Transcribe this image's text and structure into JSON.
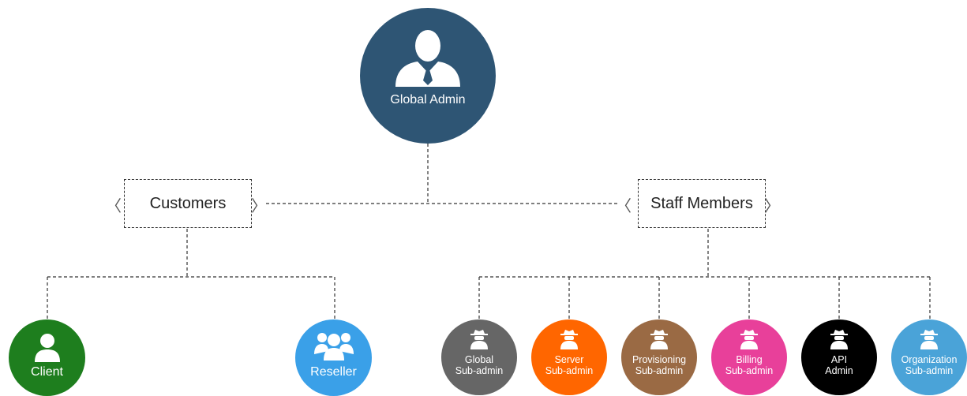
{
  "root": {
    "label": "Global Admin",
    "icon": "admin-user-icon",
    "color": "#2e5574"
  },
  "groups": {
    "customers": {
      "label": "Customers",
      "left_chevron": "〈",
      "right_chevron": "〉"
    },
    "staff": {
      "label": "Staff Members",
      "left_chevron": "〈",
      "right_chevron": "〉"
    }
  },
  "customers": [
    {
      "label": "Client",
      "icon": "user-icon",
      "color": "#1e7e1e"
    },
    {
      "label": "Reseller",
      "icon": "group-icon",
      "color": "#3aa0e8"
    }
  ],
  "staff": [
    {
      "label_lines": [
        "Global",
        "Sub-admin"
      ],
      "icon": "spy-icon",
      "color": "#666666"
    },
    {
      "label_lines": [
        "Server",
        "Sub-admin"
      ],
      "icon": "spy-icon",
      "color": "#ff6600"
    },
    {
      "label_lines": [
        "Provisioning",
        "Sub-admin"
      ],
      "icon": "spy-icon",
      "color": "#9a6a44"
    },
    {
      "label_lines": [
        "Billing",
        "Sub-admin"
      ],
      "icon": "spy-icon",
      "color": "#e8409a"
    },
    {
      "label_lines": [
        "API",
        "Admin"
      ],
      "icon": "spy-icon",
      "color": "#000000"
    },
    {
      "label_lines": [
        "Organization",
        "Sub-admin"
      ],
      "icon": "spy-icon",
      "color": "#4aa3d8"
    }
  ]
}
